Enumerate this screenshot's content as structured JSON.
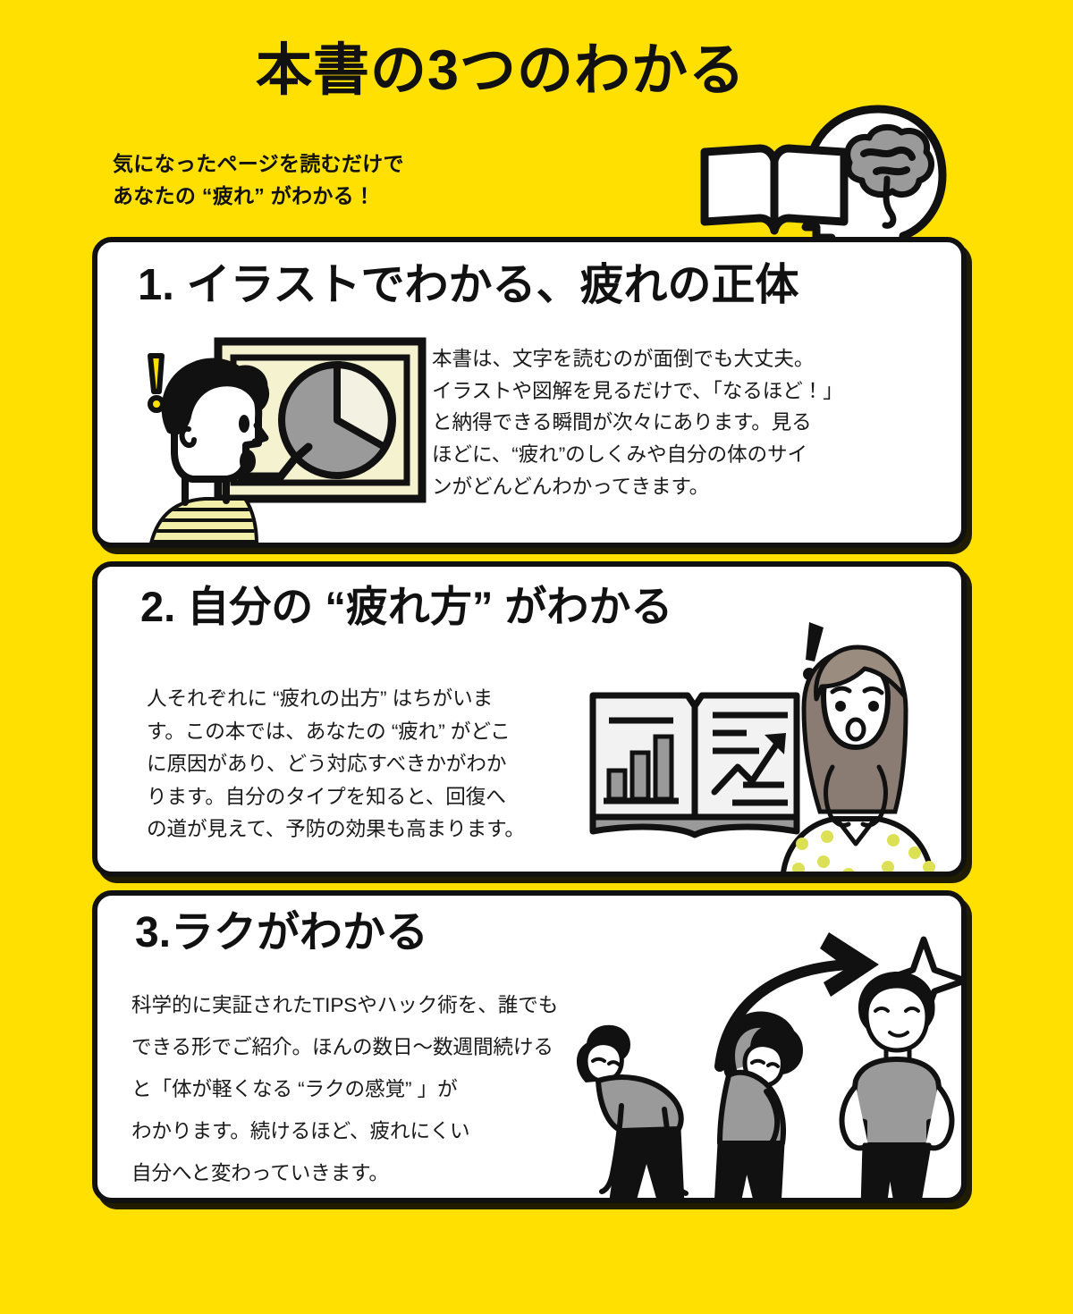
{
  "header": {
    "title": "本書の3つのわかる",
    "subtitle_lines": [
      "気になったページを読むだけで",
      "あなたの “疲れ” がわかる！"
    ],
    "illustration": "head-brain-book-illustration"
  },
  "colors": {
    "background": "#FFE000",
    "card_background": "#FFFFFF",
    "ink": "#111111",
    "accent_yellow": "#FFE000",
    "gray_fill": "#9A9A9A",
    "light_gray": "#EFEFEF",
    "cream": "#F5F2D0",
    "polka_yellow": "#DCE054"
  },
  "cards": [
    {
      "id": "card-1",
      "heading": "1. イラストでわかる、疲れの正体",
      "body_lines": [
        "本書は、文字を読むのが面倒でも大丈夫。",
        "イラストや図解を見るだけで、「なるほど！」",
        "と納得できる瞬間が次々にあります。見る",
        "ほどに、“疲れ”のしくみや自分の体のサイ",
        "ンがどんどんわかってきます。"
      ],
      "illustration": "man-viewing-pie-chart-board"
    },
    {
      "id": "card-2",
      "heading": "2. 自分の “疲れ方” がわかる",
      "body_lines": [
        "人それぞれに “疲れの出方” はちがいま",
        "す。この本では、あなたの “疲れ” がどこ",
        "に原因があり、どう対応すべきかがわか",
        "ります。自分のタイプを知ると、回復へ",
        "の道が見えて、予防の効果も高まります。"
      ],
      "illustration": "open-book-charts-surprised-woman"
    },
    {
      "id": "card-3",
      "heading": "3.ラクがわかる",
      "body_lines": [
        "科学的に実証されたTIPSやハック術を、誰でも",
        "できる形でご紹介。ほんの数日〜数週間続ける",
        "と「体が軽くなる “ラクの感覚” 」が",
        "わかります。続けるほど、疲れにくい",
        "自分へと変わっていきます。"
      ],
      "illustration": "three-men-stretching-progression"
    }
  ]
}
